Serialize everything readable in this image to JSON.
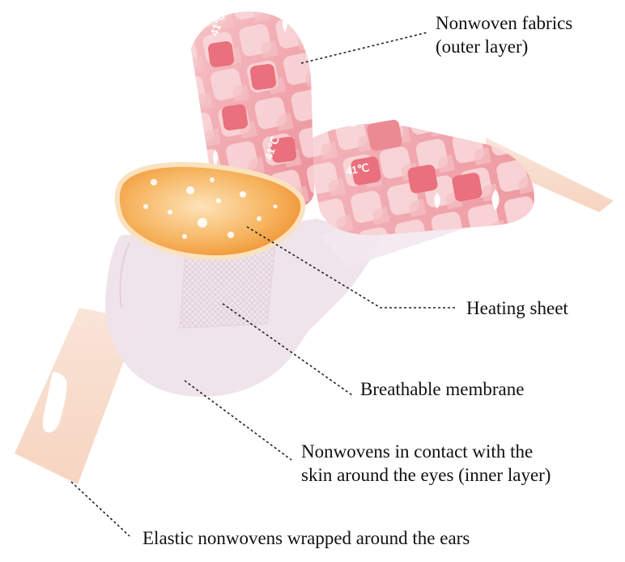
{
  "labels": {
    "outer_layer_line1": "Nonwoven  fabrics",
    "outer_layer_line2": "(outer layer)",
    "heating_sheet": "Heating sheet",
    "breathable_membrane": "Breathable membrane",
    "inner_layer_line1": "Nonwovens in contact with the",
    "inner_layer_line2": "skin around the eyes (inner layer)",
    "ear_straps": "Elastic nonwovens wrapped around the ears"
  },
  "temperature_marks": {
    "text": "41℃"
  },
  "colors": {
    "outer_fabric_pink": "#ef9fa6",
    "outer_fabric_light": "#f9d5d8",
    "tile_dark": "#e9707c",
    "heating_orange": "#f29a3a",
    "heating_glow": "#fde3b8",
    "inner_layer": "#efe1e8",
    "ear_strap": "#f8dccb",
    "leader_line": "#222222"
  }
}
